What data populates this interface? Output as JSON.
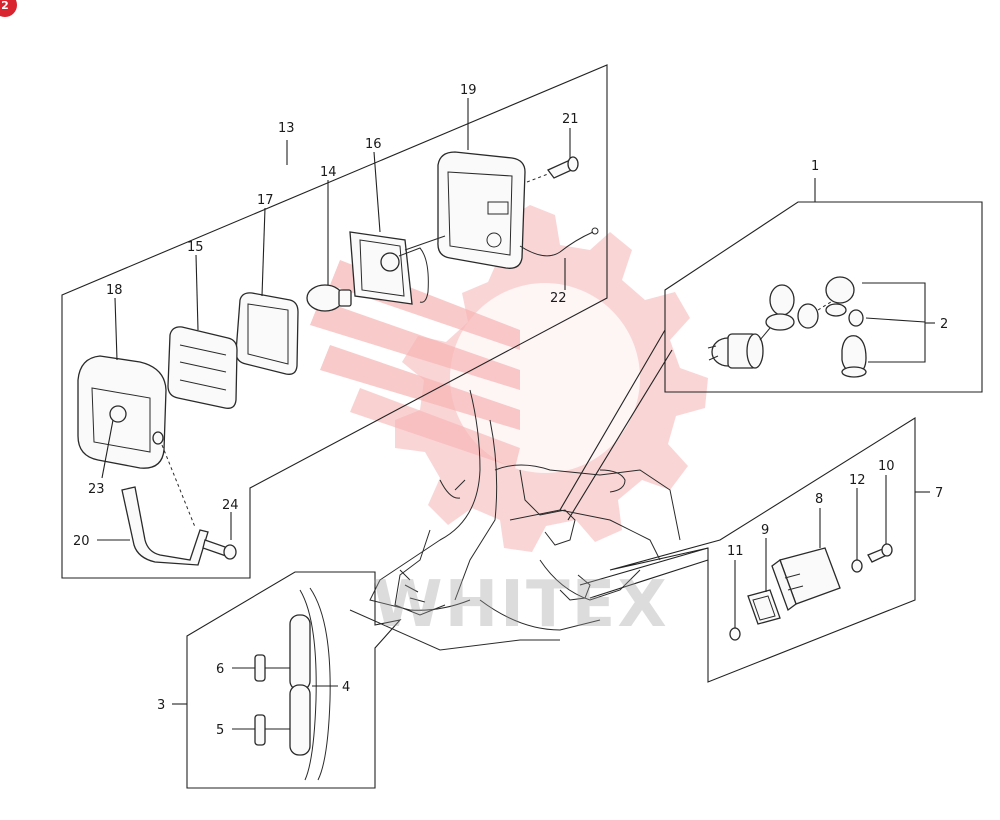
{
  "corner_badge": "2",
  "watermark": {
    "text": "WHITEX"
  },
  "callouts": {
    "c1": "1",
    "c2": "2",
    "c3": "3",
    "c4": "4",
    "c5": "5",
    "c6": "6",
    "c7": "7",
    "c8": "8",
    "c9": "9",
    "c10": "10",
    "c11": "11",
    "c12": "12",
    "c13": "13",
    "c14": "14",
    "c15": "15",
    "c16": "16",
    "c17": "17",
    "c18": "18",
    "c19": "19",
    "c20": "20",
    "c21": "21",
    "c22": "22",
    "c23": "23",
    "c24": "24"
  },
  "colors": {
    "watermark": "#f6b3b3",
    "badge": "#d9232e",
    "line": "#222222"
  }
}
